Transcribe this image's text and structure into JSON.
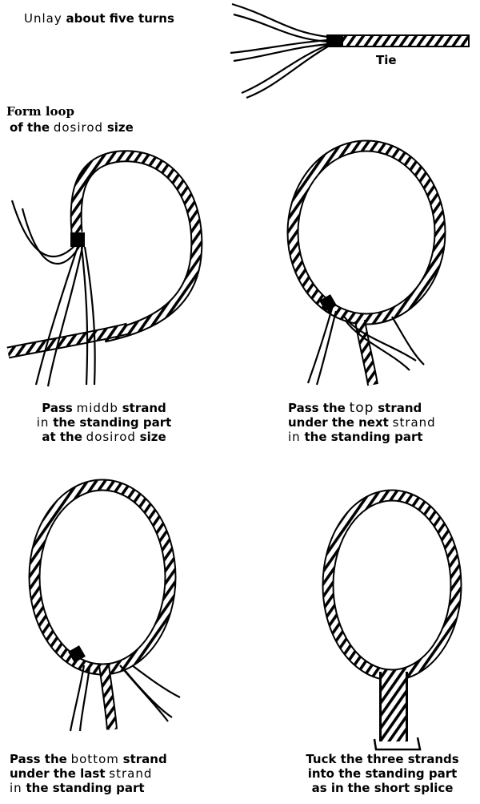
{
  "steps": {
    "unlay": {
      "a": "Unlay",
      "b": "about five turns"
    },
    "tie": "Tie",
    "form_loop": {
      "line1": "Form loop",
      "line2a": "of the",
      "line2b": "dosirod",
      "line2c": "size"
    },
    "pass_middle": {
      "l1a": "Pass",
      "l1b": "middb",
      "l1c": "strand",
      "l2a": "in",
      "l2b": "the standing part",
      "l3a": "at the",
      "l3b": "dosirod",
      "l3c": "size"
    },
    "pass_top": {
      "l1a": "Pass the",
      "l1b": "top",
      "l1c": "strand",
      "l2a": "under the next",
      "l2b": "strand",
      "l3a": "in",
      "l3b": "the standing part"
    },
    "pass_bottom": {
      "l1a": "Pass the",
      "l1b": "bottom",
      "l1c": "strand",
      "l2a": "under the last",
      "l2b": "strand",
      "l3a": "in",
      "l3b": "the standing part"
    },
    "tuck": {
      "l1": "Tuck the three strands",
      "l2": "into the standing part",
      "l3a": "as in",
      "l3b": "the short splice"
    }
  },
  "colors": {
    "ink": "#000000",
    "paper": "#ffffff"
  }
}
